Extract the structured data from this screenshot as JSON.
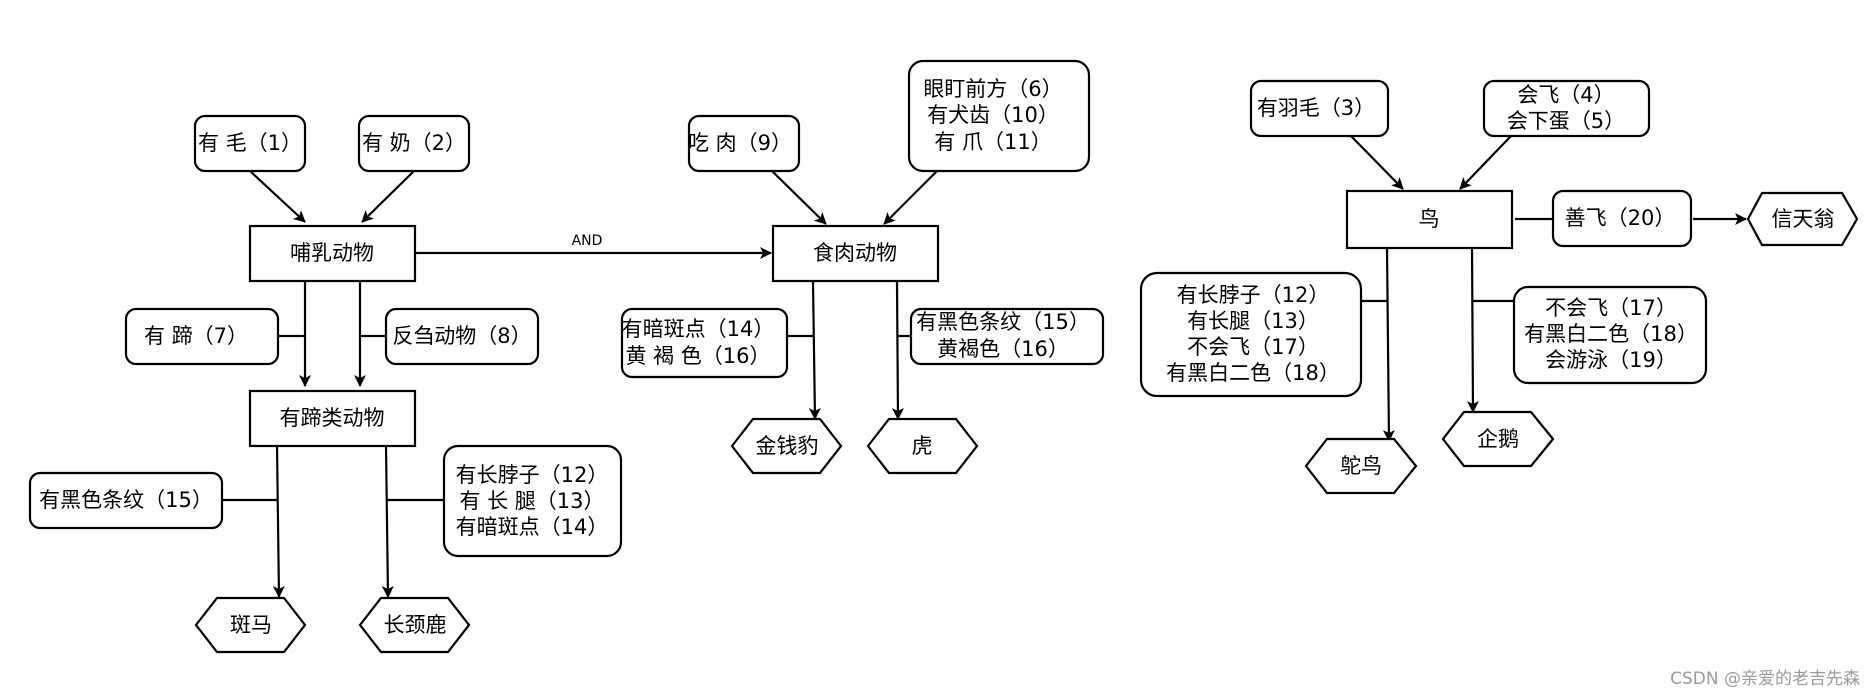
{
  "nodes": {
    "you_mao": "有 毛（1）",
    "you_nai": "有 奶（2）",
    "buru": "哺乳动物",
    "you_ti": "有 蹄（7）",
    "fanchu": "反刍动物（8）",
    "youtilei": "有蹄类动物",
    "zebra_cond": "有黑色条纹（15）",
    "giraffe_cond": [
      "有长脖子（12）",
      "有 长 腿（13）",
      "有暗斑点（14）"
    ],
    "zebra": "斑马",
    "giraffe": "长颈鹿",
    "chirou": "吃 肉（9）",
    "carn_cond": [
      "眼盯前方（6）",
      "有犬齿（10）",
      "有 爪（11）"
    ],
    "shirou": "食肉动物",
    "leopard_cond": [
      "有暗斑点（14）",
      "黄 褐 色（16）"
    ],
    "tiger_cond": [
      "有黑色条纹（15）",
      "黄褐色（16）"
    ],
    "leopard": "金钱豹",
    "tiger": "虎",
    "yumao": "有羽毛（3）",
    "fly_egg": [
      "会飞（4）",
      "会下蛋（5）"
    ],
    "niao": "鸟",
    "shanfei": "善飞（20）",
    "albatross": "信天翁",
    "ostrich_cond": [
      "有长脖子（12）",
      "有长腿（13）",
      "不会飞（17）",
      "有黑白二色（18）"
    ],
    "penguin_cond": [
      "不会飞（17）",
      "有黑白二色（18）",
      "会游泳（19）"
    ],
    "ostrich": "鸵鸟",
    "penguin": "企鹅"
  },
  "edge_labels": {
    "and": "AND"
  },
  "watermark": "CSDN @亲爱的老吉先森"
}
